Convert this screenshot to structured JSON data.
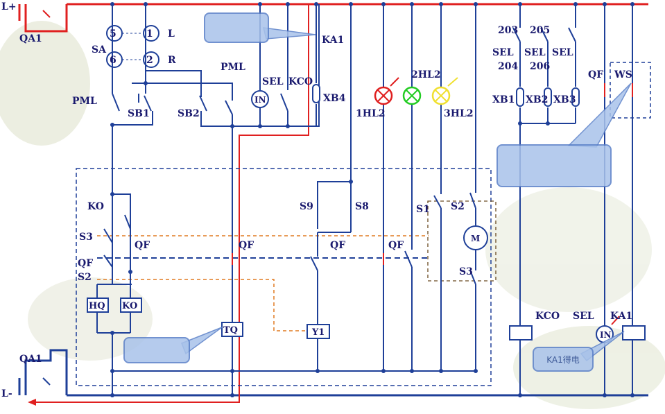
{
  "rails": {
    "positive": "L+",
    "negative": "L-",
    "breaker_top": "QA1",
    "breaker_bottom": "QA1"
  },
  "switch_sa": {
    "label": "SA",
    "c5": "5",
    "c1": "1",
    "c6": "6",
    "c2": "2",
    "left": "L",
    "right": "R"
  },
  "labels": {
    "pml_left": "PML",
    "pml_right": "PML",
    "sb1": "SB1",
    "sb2": "SB2",
    "in": "IN",
    "sel": "SEL",
    "kco": "KCO",
    "ka1": "KA1",
    "xb4": "XB4",
    "hl1": "1HL2",
    "hl2": "2HL2",
    "hl3": "3HL2",
    "ko": "KO",
    "s3": "S3",
    "qf_a": "QF",
    "qf_b": "QF",
    "s2": "S2",
    "hq": "HQ",
    "ko_coil": "KO",
    "tq": "TQ",
    "s9": "S9",
    "s8": "S8",
    "qf_c": "QF",
    "y1": "Y1",
    "qf_d": "QF",
    "s1": "S1",
    "s2_r": "S2",
    "motor": "M",
    "s3_r": "S3",
    "n203": "203",
    "n205": "205",
    "sel1": "SEL",
    "sel2": "SEL",
    "sel3": "SEL",
    "n204": "204",
    "n206": "206",
    "xb1": "XB1",
    "xb2": "XB2",
    "xb3": "XB3",
    "qf_ws": "QF",
    "ws": "WS",
    "kco_b": "KCO",
    "sel_b": "SEL",
    "ka1_b": "KA1",
    "in_b": "IN"
  },
  "callouts": {
    "c1": "",
    "c2": "",
    "c3": "",
    "ka1": "KA1得电"
  },
  "colors": {
    "wire": "#1e3f98",
    "red": "#e02020",
    "orange": "#e07a20",
    "green": "#22cc22",
    "yellow": "#f0e030"
  }
}
